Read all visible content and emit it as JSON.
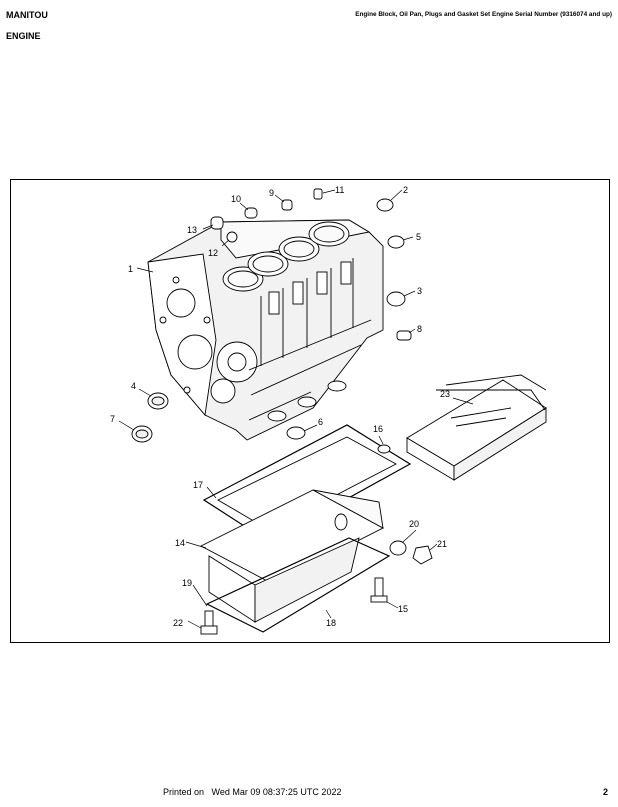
{
  "header": {
    "brand": "MANITOU",
    "section": "ENGINE",
    "title": "Engine Block, Oil Pan, Plugs and Gasket Set Engine Serial Number (9316074 and up)"
  },
  "figure": {
    "callouts": [
      "1",
      "2",
      "3",
      "4",
      "5",
      "6",
      "7",
      "8",
      "9",
      "10",
      "11",
      "12",
      "13",
      "14",
      "15",
      "16",
      "17",
      "18",
      "19",
      "20",
      "21",
      "22",
      "23"
    ]
  },
  "footer": {
    "printed_label": "Printed on",
    "printed_date": "Wed Mar 09 08:37:25 UTC 2022",
    "page_number": "2"
  }
}
